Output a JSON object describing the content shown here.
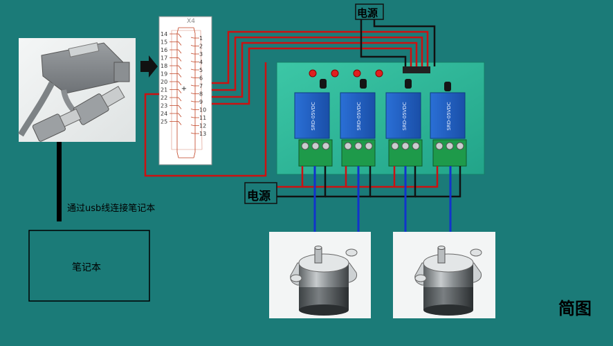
{
  "labels": {
    "top_power": "电源",
    "bottom_power": "电源",
    "usb_cable": "通过usb线连接笔记本",
    "laptop": "笔记本",
    "title": "简图"
  },
  "connector": {
    "name": "X4",
    "left_pins": [
      "14",
      "15",
      "16",
      "17",
      "18",
      "19",
      "20",
      "21",
      "22",
      "23",
      "24",
      "25"
    ],
    "right_pins": [
      "1",
      "2",
      "3",
      "4",
      "5",
      "6",
      "7",
      "8",
      "9",
      "10",
      "11",
      "12",
      "13"
    ],
    "center_mark": "+"
  },
  "colors": {
    "background": "#1b7b78",
    "wire_red": "#cc1111",
    "wire_black": "#111111",
    "wire_blue": "#1133cc",
    "pcb_green": "#2bb59a",
    "relay_blue": "#1d5fc4",
    "terminal_green": "#1e9a4a"
  }
}
